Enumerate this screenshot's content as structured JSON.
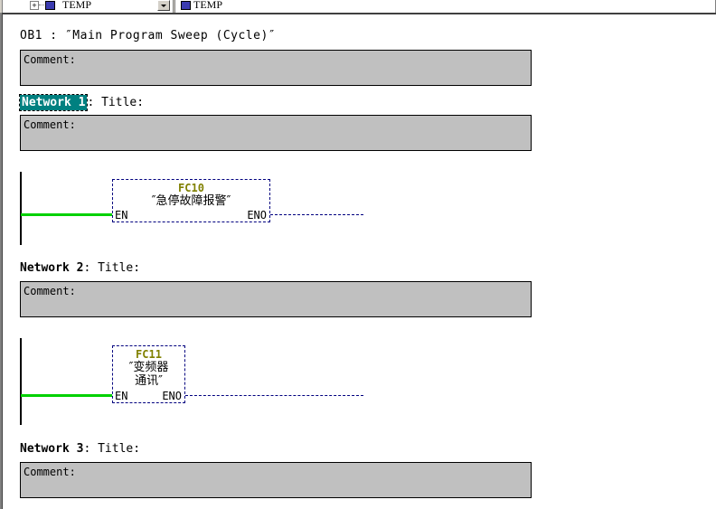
{
  "window": {
    "top_tree": {
      "expand_glyph": "+",
      "item_left_label": "TEMP",
      "item_right_label": "TEMP",
      "icon_left": "block-icon",
      "icon_right": "block-icon",
      "scroll_button": "scroll-down-button"
    }
  },
  "editor": {
    "block_title": "OB1 :  ″Main Program Sweep (Cycle)″",
    "header_comment": "Comment:",
    "networks": [
      {
        "id": "network-1",
        "label_selected": "Network 1",
        "label_rest": ": Title:",
        "selected": true,
        "comment": "Comment:",
        "block": {
          "name": "FC10",
          "description_lines": [
            "″急停故障报警″"
          ],
          "en_label": "EN",
          "eno_label": "ENO"
        }
      },
      {
        "id": "network-2",
        "label_selected": "Network 2",
        "label_rest": ": Title:",
        "selected": false,
        "comment": "Comment:",
        "block": {
          "name": "FC11",
          "description_lines": [
            "″变频器",
            "通讯″"
          ],
          "en_label": "EN",
          "eno_label": "ENO"
        }
      },
      {
        "id": "network-3",
        "label_selected": "Network 3",
        "label_rest": ": Title:",
        "selected": false,
        "comment": "Comment:",
        "block": null
      }
    ]
  },
  "colors": {
    "selection_bg": "#008080",
    "selection_fg": "#ffffff",
    "comment_bg": "#c0c0c0",
    "block_name": "#808000",
    "block_border": "#00007f",
    "power_wire": "#00d100",
    "rail": "#000000"
  }
}
